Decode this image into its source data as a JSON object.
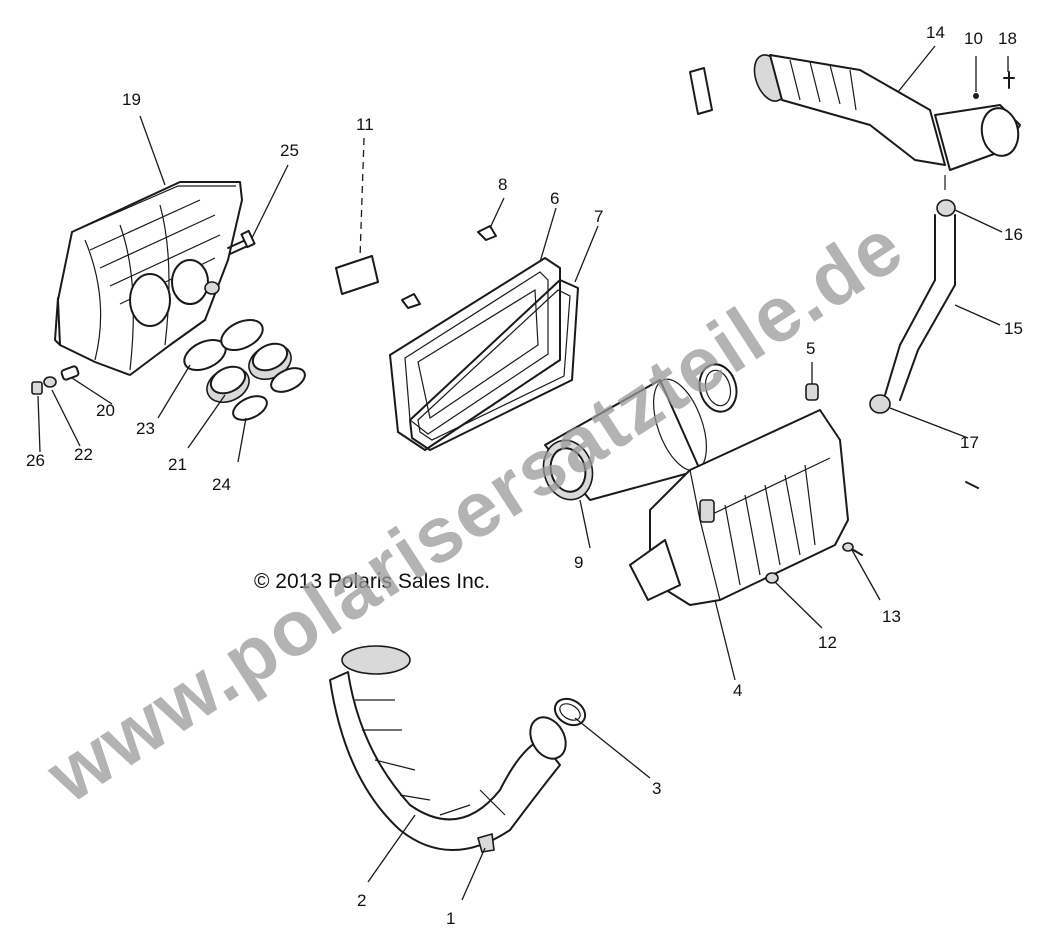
{
  "copyright": "© 2013 Polaris Sales Inc.",
  "watermark": "www.polarisersatzteile.de",
  "callouts": {
    "c1": "1",
    "c2": "2",
    "c3": "3",
    "c4": "4",
    "c5": "5",
    "c6": "6",
    "c7": "7",
    "c8": "8",
    "c9": "9",
    "c10": "10",
    "c11": "11",
    "c12": "12",
    "c13": "13",
    "c14": "14",
    "c15": "15",
    "c16": "16",
    "c17": "17",
    "c18": "18",
    "c19": "19",
    "c20": "20",
    "c21": "21",
    "c22": "22",
    "c23": "23",
    "c24": "24",
    "c25": "25",
    "c26": "26"
  },
  "colors": {
    "line": "#1a1a1a",
    "watermark": "#9a9a9a",
    "background": "#ffffff"
  }
}
